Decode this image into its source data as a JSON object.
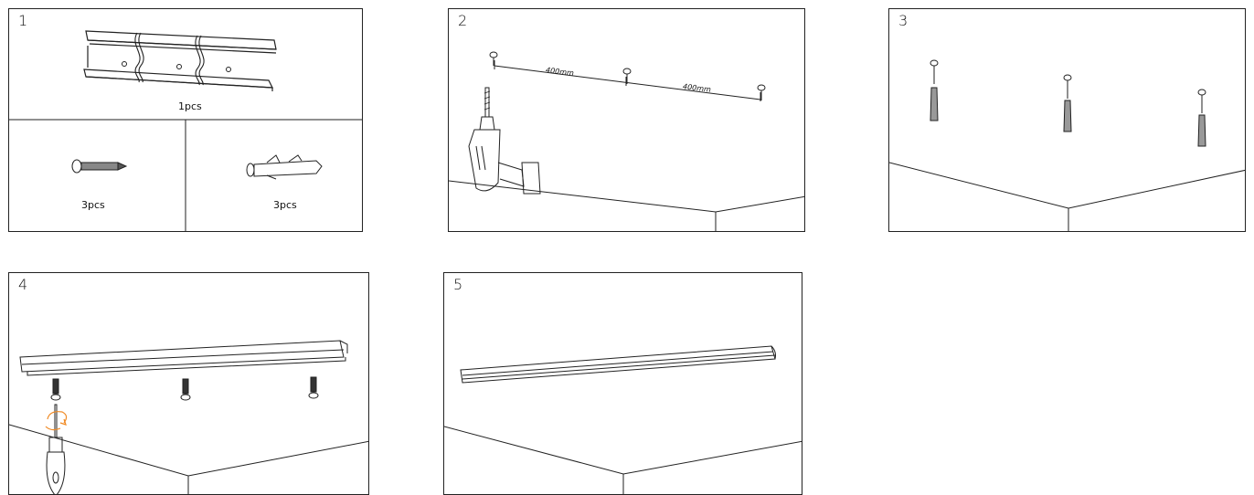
{
  "steps": [
    {
      "number": "1"
    },
    {
      "number": "2"
    },
    {
      "number": "3"
    },
    {
      "number": "4"
    },
    {
      "number": "5"
    }
  ],
  "parts": {
    "rail_qty": "1pcs",
    "screw_qty": "3pcs",
    "anchor_qty": "3pcs"
  },
  "drilling": {
    "spacing_1": "400mm",
    "spacing_2": "400mm"
  },
  "colors": {
    "line": "#222222",
    "accent_rotation": "#f08a24"
  }
}
